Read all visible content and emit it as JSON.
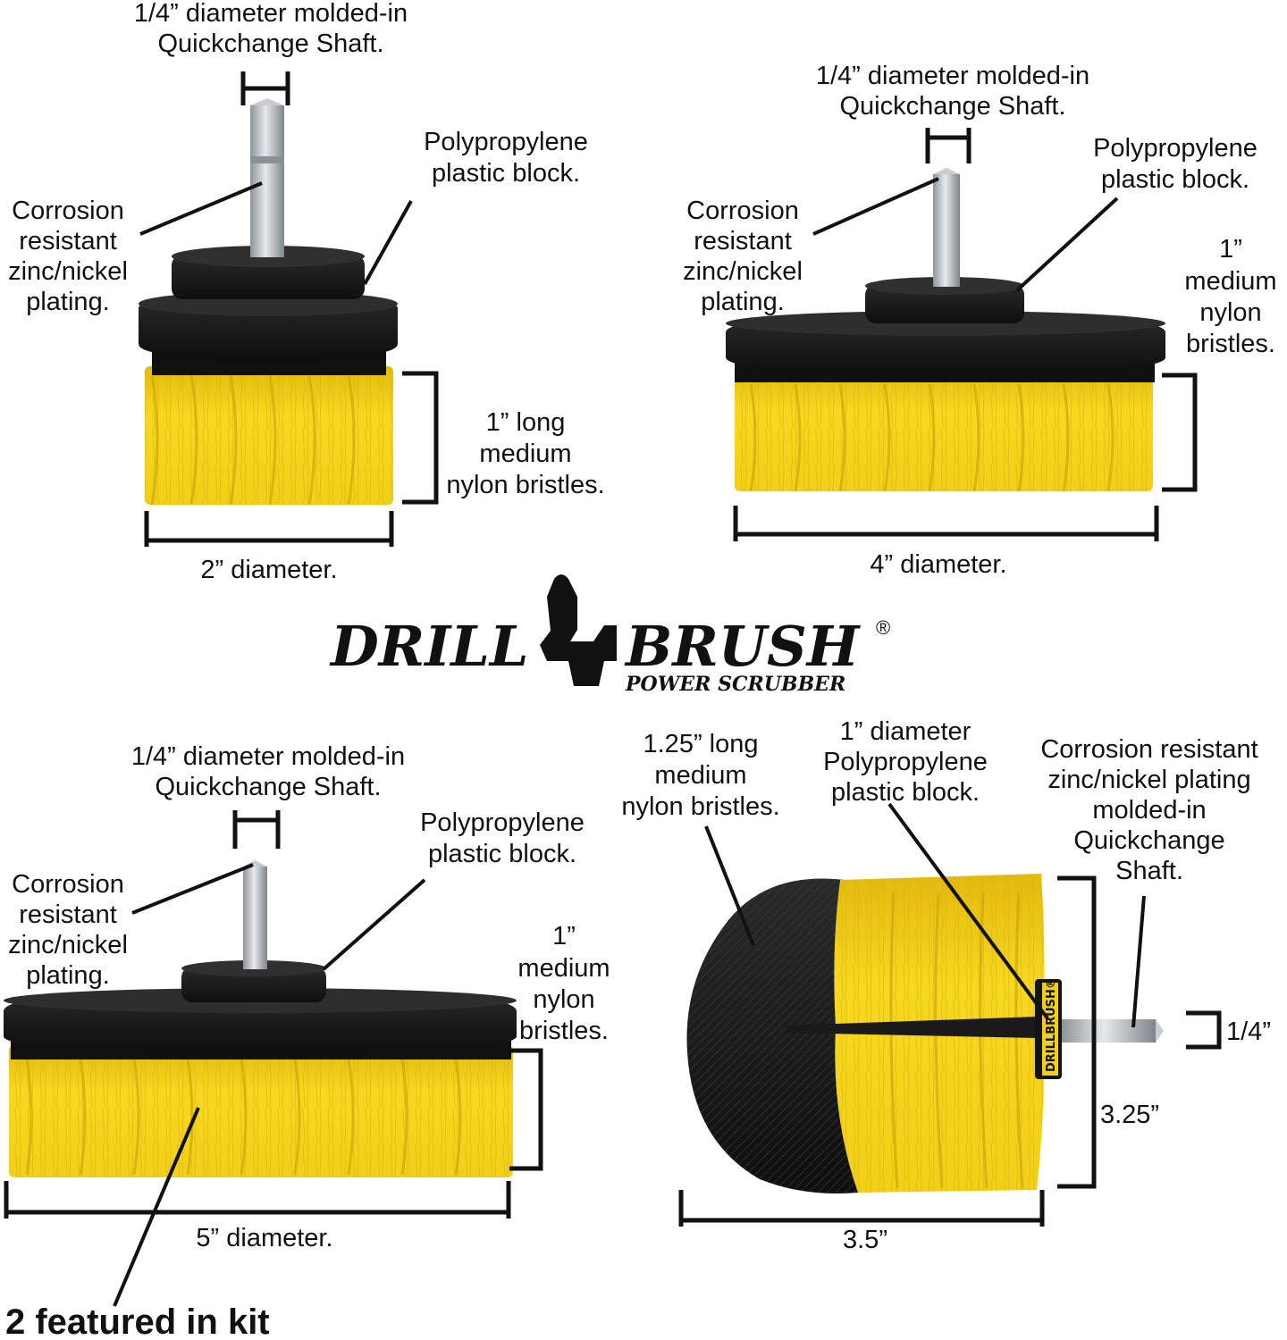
{
  "colors": {
    "bristle_yellow": "#f4d21c",
    "bristle_black": "#1c1c1c",
    "block_black": "#171717",
    "shaft_silver": "#b9bec4",
    "ink": "#111111"
  },
  "brand": {
    "name_left": "DRILL",
    "name_right": "BRUSH",
    "registered": "®",
    "tagline": "POWER SCRUBBER",
    "logo_icon": "drill-icon",
    "brush_band": "DRILLBRUSH®"
  },
  "brush_2in": {
    "shaft": [
      "1/4” diameter molded-in",
      "Quickchange Shaft."
    ],
    "block": [
      "Polypropylene",
      "plastic block."
    ],
    "plating": [
      "Corrosion",
      "resistant",
      "zinc/nickel",
      "plating."
    ],
    "bristles": [
      "1” long",
      "medium",
      "nylon bristles."
    ],
    "diameter": "2” diameter."
  },
  "brush_4in": {
    "shaft": [
      "1/4” diameter molded-in",
      "Quickchange Shaft."
    ],
    "block": [
      "Polypropylene",
      "plastic block."
    ],
    "plating": [
      "Corrosion",
      "resistant",
      "zinc/nickel",
      "plating."
    ],
    "bristles": [
      "1”",
      "medium",
      "nylon",
      "bristles."
    ],
    "diameter": "4” diameter."
  },
  "brush_5in": {
    "shaft": [
      "1/4” diameter molded-in",
      "Quickchange Shaft."
    ],
    "block": [
      "Polypropylene",
      "plastic block."
    ],
    "plating": [
      "Corrosion",
      "resistant",
      "zinc/nickel",
      "plating."
    ],
    "bristles": [
      "1”",
      "medium",
      "nylon",
      "bristles."
    ],
    "diameter": "5” diameter.",
    "kit_note": "2 featured in kit"
  },
  "brush_cone": {
    "bristles": [
      "1.25” long",
      "medium",
      "nylon bristles."
    ],
    "block": [
      "1” diameter",
      "Polypropylene",
      "plastic block."
    ],
    "shaft": [
      "Corrosion resistant",
      "zinc/nickel plating",
      "molded-in",
      "Quickchange",
      "Shaft."
    ],
    "shaft_size": "1/4”",
    "height": "3.25”",
    "width": "3.5”"
  }
}
